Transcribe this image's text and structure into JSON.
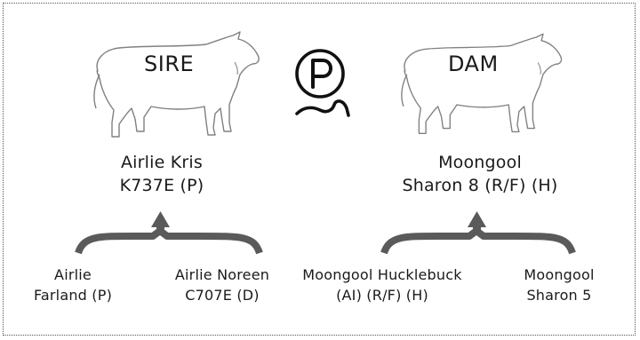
{
  "sire": {
    "role": "SIRE",
    "name_line1": "Airlie Kris",
    "name_line2": "K737E (P)",
    "parents": [
      {
        "line1": "Airlie",
        "line2": "Farland (P)"
      },
      {
        "line1": "Airlie Noreen",
        "line2": "C707E (D)"
      }
    ]
  },
  "dam": {
    "role": "DAM",
    "name_line1": "Moongool",
    "name_line2": "Sharon 8 (R/F) (H)",
    "parents": [
      {
        "line1": "Moongool Hucklebuck",
        "line2": "(AI) (R/F) (H)"
      },
      {
        "line1": "Moongool",
        "line2": "Sharon 5"
      }
    ]
  },
  "center_symbol": "P",
  "colors": {
    "bracket": "#5a5a5a",
    "outline": "#808080",
    "symbol": "#111111"
  },
  "icons": [
    "bull-silhouette",
    "cow-silhouette",
    "polled-p-symbol",
    "branch-bracket"
  ]
}
